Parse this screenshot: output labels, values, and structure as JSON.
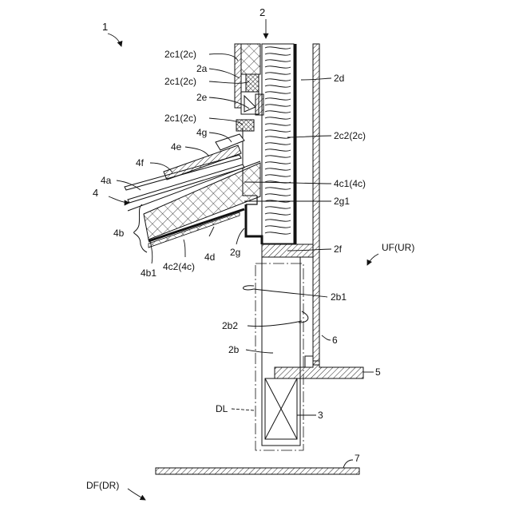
{
  "diagram": {
    "labels": {
      "l1": "1",
      "l2": "2",
      "l2c1_a": "2c1(2c)",
      "l2a": "2a",
      "l2c1_b": "2c1(2c)",
      "l2e": "2e",
      "l2c1_c": "2c1(2c)",
      "l4g": "4g",
      "l4e": "4e",
      "l4f": "4f",
      "l4a": "4a",
      "l4": "4",
      "l4b": "4b",
      "l4b1": "4b1",
      "l4c2": "4c2(4c)",
      "l4d": "4d",
      "l2g": "2g",
      "l2d": "2d",
      "l2c2": "2c2(2c)",
      "l4c1": "4c1(4c)",
      "l2g1": "2g1",
      "l2f": "2f",
      "lUF": "UF(UR)",
      "l2b1": "2b1",
      "l2b2": "2b2",
      "l2b": "2b",
      "l6": "6",
      "l5": "5",
      "lDL": "DL",
      "l3": "3",
      "l7": "7",
      "lDF": "DF(DR)"
    }
  }
}
